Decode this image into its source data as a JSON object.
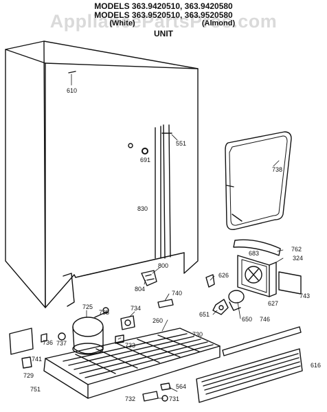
{
  "header": {
    "line1": "MODELS 363.9420510, 363.9420580",
    "line2": "MODELS 363.9520510, 363.9520580",
    "line3_left": "(White)",
    "line3_right": "(Almond)",
    "line4": "UNIT"
  },
  "watermark": "AppliancePartsPros.com",
  "colors": {
    "ink": "#111111",
    "paper": "#ffffff"
  },
  "part_labels": {
    "p610": "610",
    "p551": "551",
    "p691": "691",
    "p830": "830",
    "p738": "738",
    "p762": "762",
    "p683": "683",
    "p324": "324",
    "p800": "800",
    "p804": "804",
    "p626": "626",
    "p743": "743",
    "p627": "627",
    "p740": "740",
    "p650": "650",
    "p725": "725",
    "p735": "735",
    "p734": "734",
    "p651": "651",
    "p746": "746",
    "p260": "260",
    "p730": "730",
    "p736": "736",
    "p737": "737",
    "p733": "733",
    "p741": "741",
    "p729": "729",
    "p751": "751",
    "p616": "616",
    "p564": "564",
    "p732": "732",
    "p731": "731"
  }
}
